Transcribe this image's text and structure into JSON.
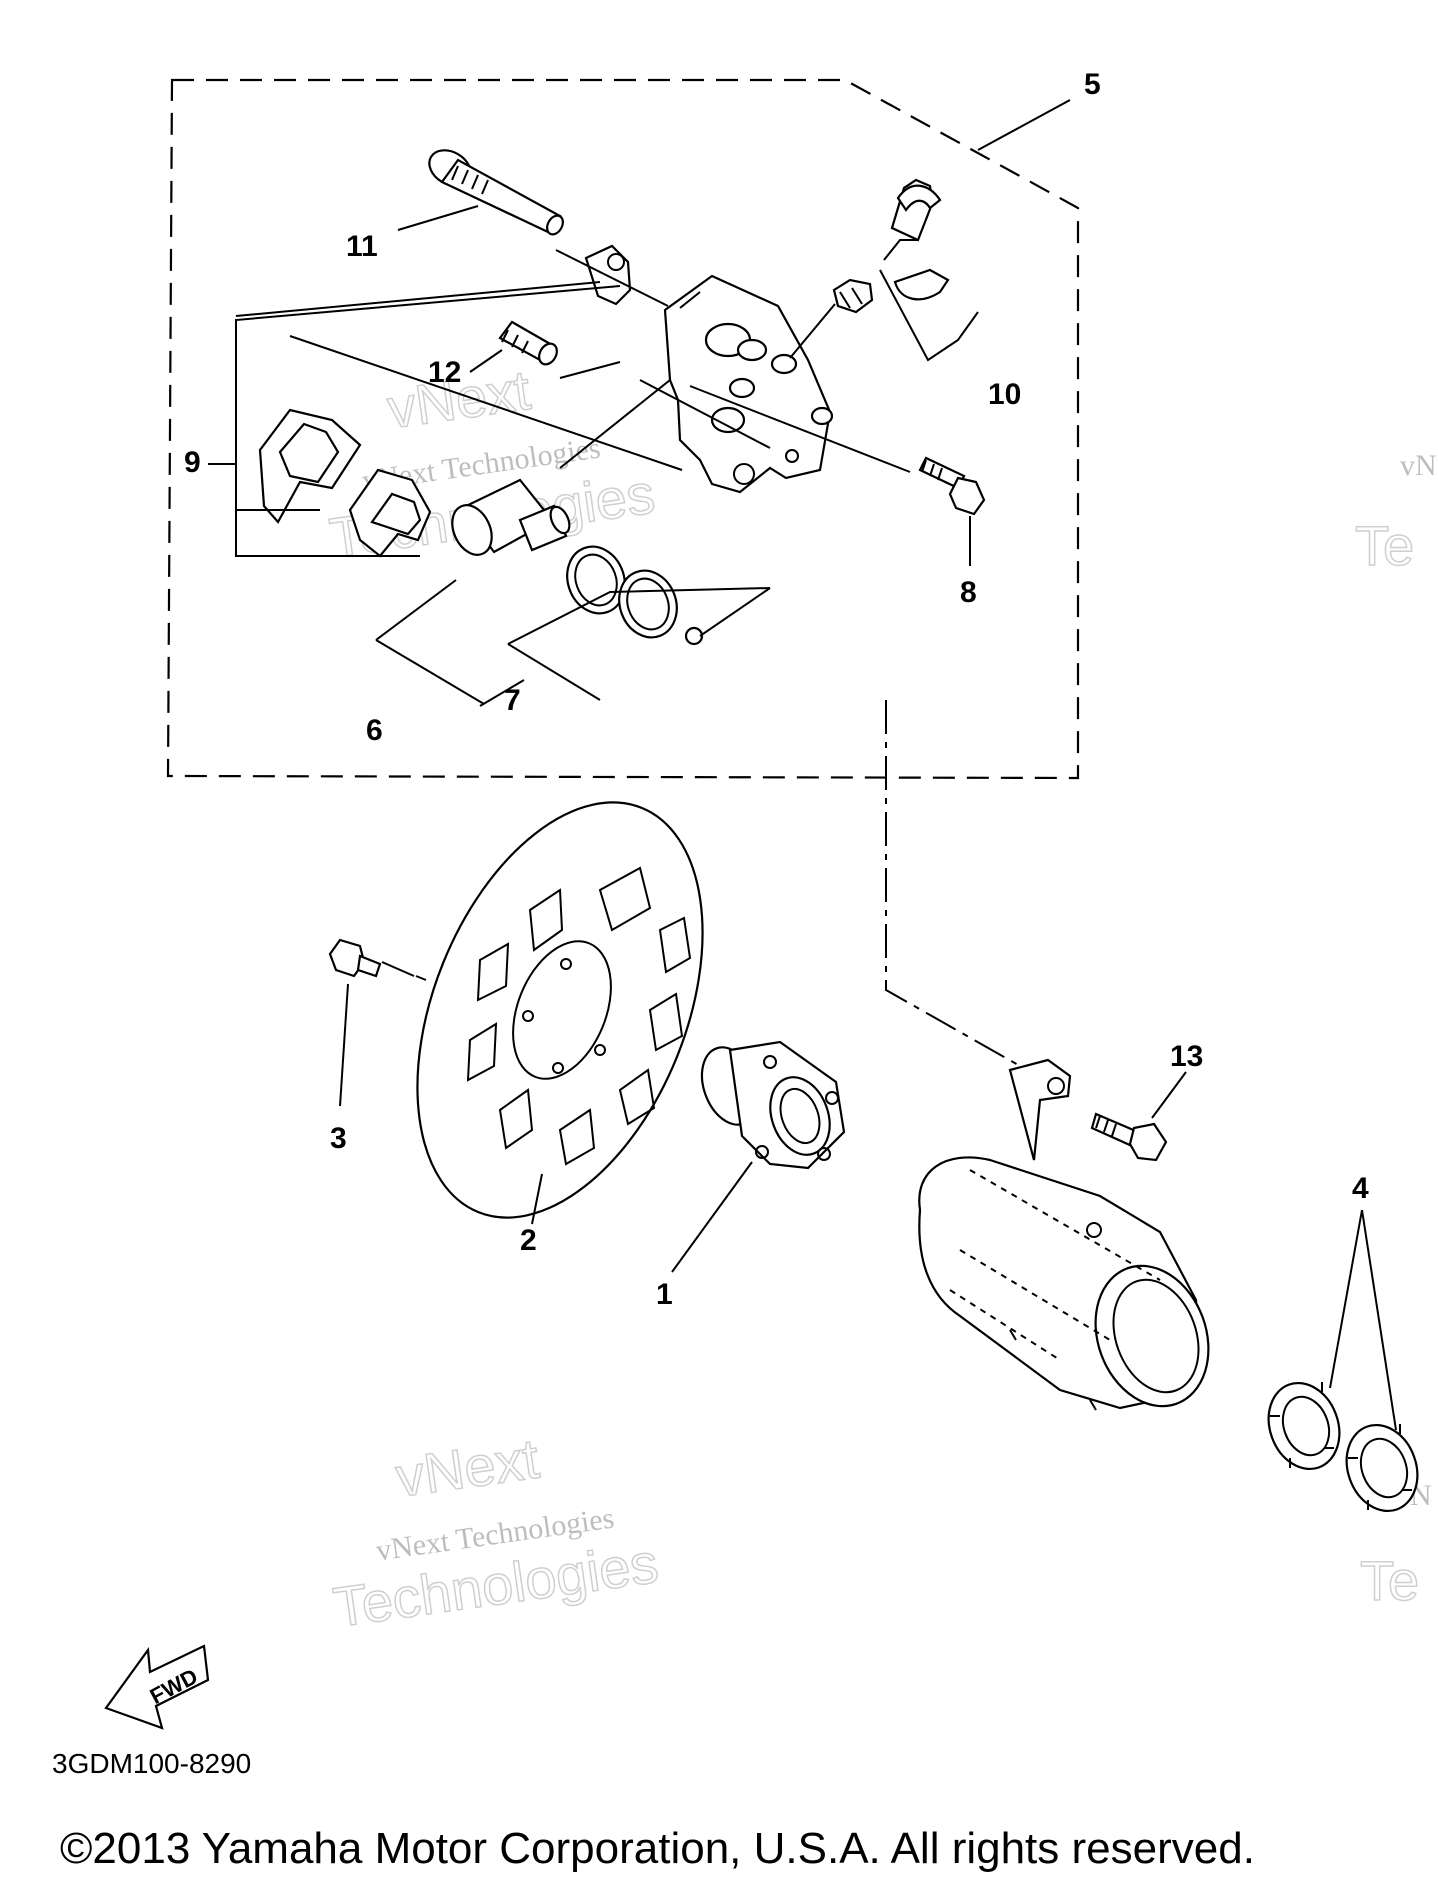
{
  "diagram": {
    "callouts": [
      {
        "id": "1",
        "label": "1"
      },
      {
        "id": "2",
        "label": "2"
      },
      {
        "id": "3",
        "label": "3"
      },
      {
        "id": "4",
        "label": "4"
      },
      {
        "id": "5",
        "label": "5"
      },
      {
        "id": "6",
        "label": "6"
      },
      {
        "id": "7",
        "label": "7"
      },
      {
        "id": "8",
        "label": "8"
      },
      {
        "id": "9",
        "label": "9"
      },
      {
        "id": "10",
        "label": "10"
      },
      {
        "id": "11",
        "label": "11"
      },
      {
        "id": "12",
        "label": "12"
      },
      {
        "id": "13",
        "label": "13"
      }
    ],
    "fwd_label": "FWD",
    "diagram_code": "3GDM100-8290"
  },
  "watermark": {
    "line_serif": "vNext Technologies",
    "line_outline_1": "vNext",
    "line_outline_2": "Technologies",
    "edge_fragment_1": "vN",
    "edge_fragment_2": "Te"
  },
  "footer": {
    "copyright": "©2013 Yamaha Motor Corporation, U.S.A. All rights reserved."
  }
}
